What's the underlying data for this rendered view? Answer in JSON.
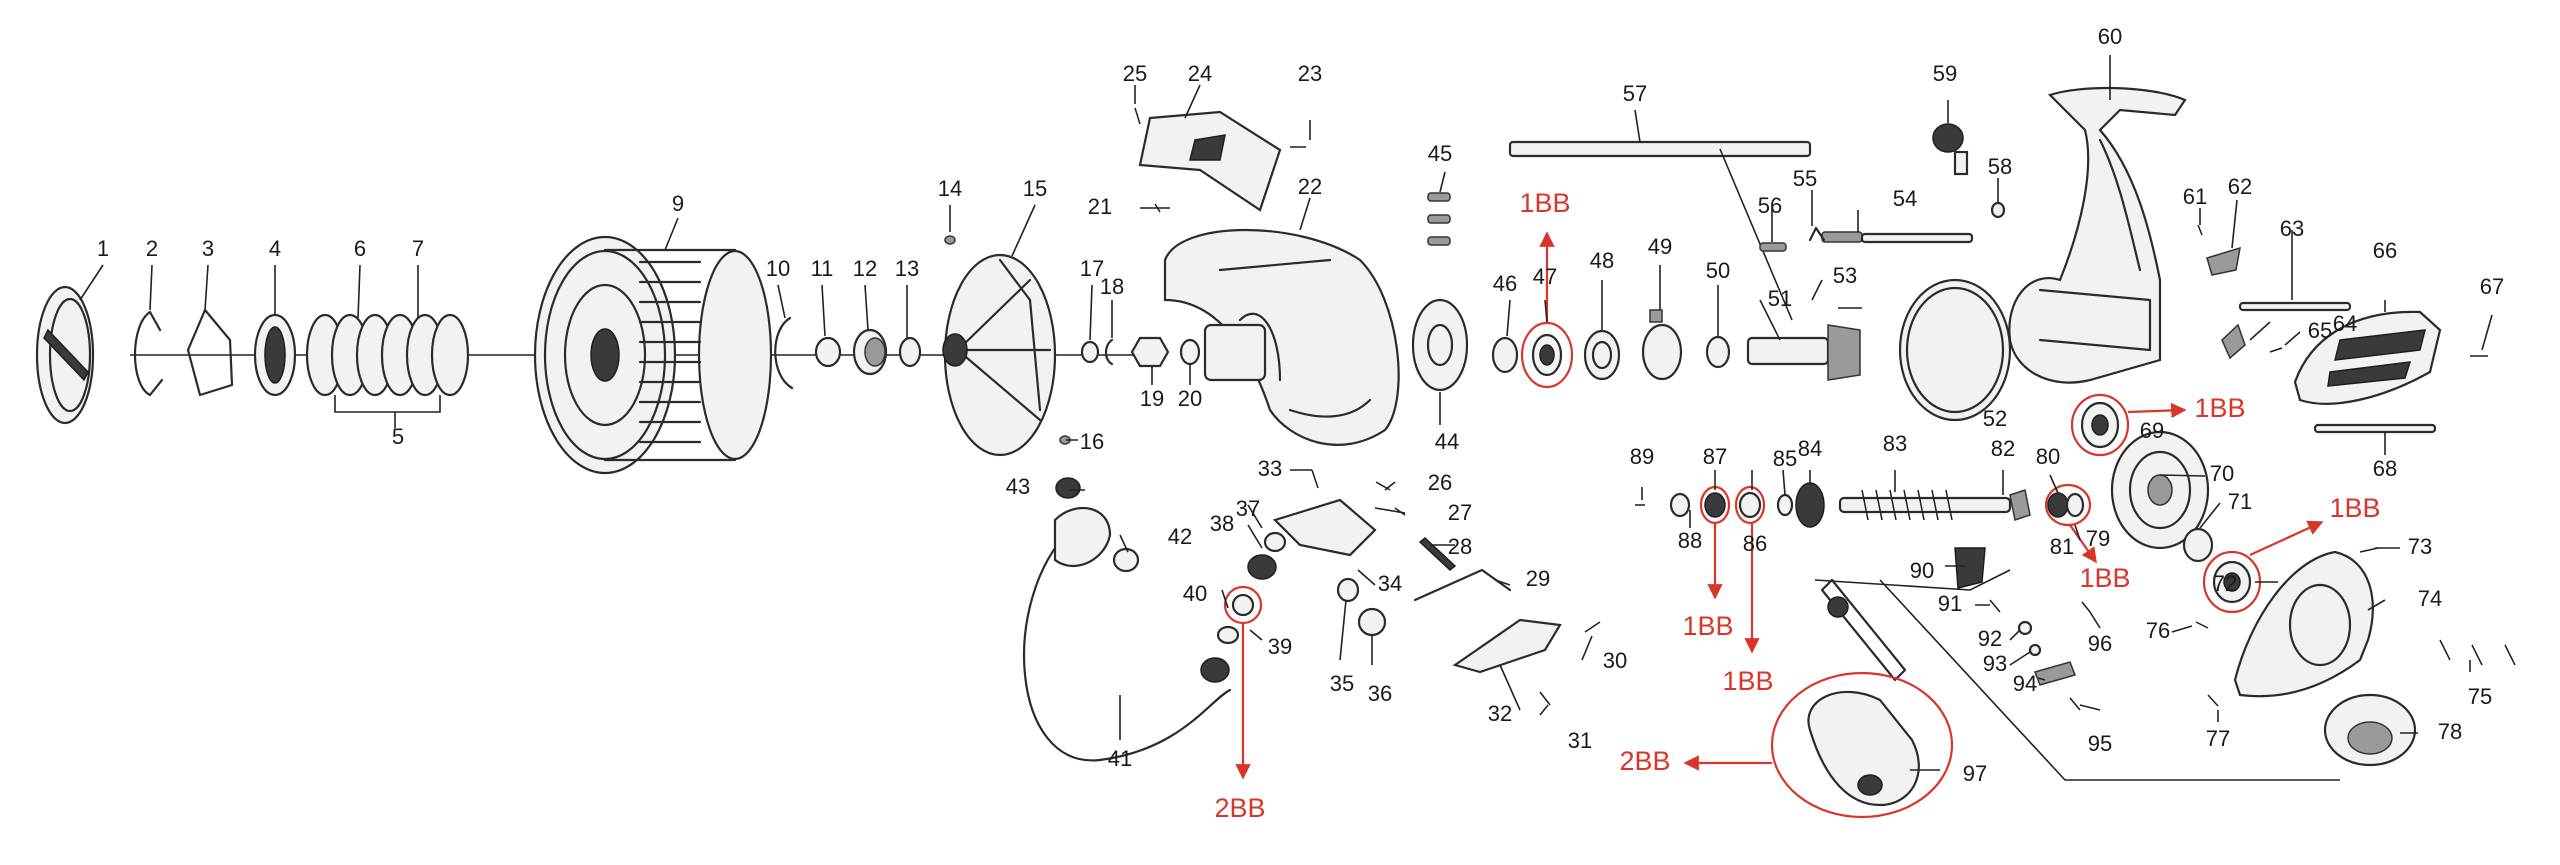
{
  "diagram": {
    "labels": [
      "1",
      "2",
      "3",
      "4",
      "5",
      "6",
      "7",
      "9",
      "10",
      "11",
      "12",
      "13",
      "14",
      "15",
      "16",
      "17",
      "18",
      "19",
      "20",
      "21",
      "22",
      "23",
      "24",
      "25",
      "26",
      "27",
      "28",
      "29",
      "30",
      "31",
      "32",
      "33",
      "34",
      "35",
      "36",
      "37",
      "38",
      "39",
      "40",
      "41",
      "42",
      "43",
      "44",
      "45",
      "46",
      "47",
      "48",
      "49",
      "50",
      "51",
      "52",
      "53",
      "54",
      "55",
      "56",
      "57",
      "58",
      "59",
      "60",
      "61",
      "62",
      "63",
      "64",
      "65",
      "66",
      "67",
      "68",
      "69",
      "70",
      "71",
      "72",
      "73",
      "74",
      "75",
      "76",
      "77",
      "78",
      "79",
      "80",
      "81",
      "82",
      "83",
      "84",
      "85",
      "86",
      "87",
      "88",
      "89",
      "90",
      "91",
      "92",
      "93",
      "94",
      "95",
      "96",
      "97"
    ],
    "bearing_callouts": [
      "1BB",
      "1BB",
      "1BB",
      "1BB",
      "1BB",
      "1BB",
      "2BB",
      "2BB"
    ],
    "colors": {
      "line": "#2b2b2b",
      "callout": "#d9362b"
    }
  }
}
